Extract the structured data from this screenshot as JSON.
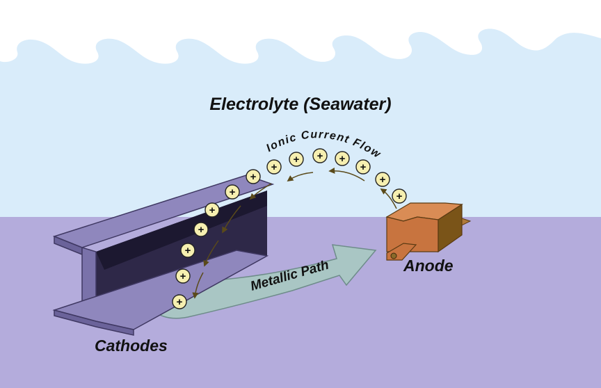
{
  "labels": {
    "electrolyte": "Electrolyte (Seawater)",
    "ionic_current": "Ionic Current Flow",
    "metallic_path": "Metallic Path",
    "anode": "Anode",
    "cathodes": "Cathodes",
    "ion_symbol": "+"
  },
  "colors": {
    "sky": "#d9ecfa",
    "wave": "#ffffff",
    "seafloor": "#b4acdc",
    "beam_top": "#8f87bd",
    "beam_front": "#7a72aa",
    "beam_web": "#2e2848",
    "anode_front": "#c8743f",
    "anode_side": "#7a5418",
    "metallic_path": "#a9c6c4",
    "ion_fill": "#f6efb0"
  }
}
